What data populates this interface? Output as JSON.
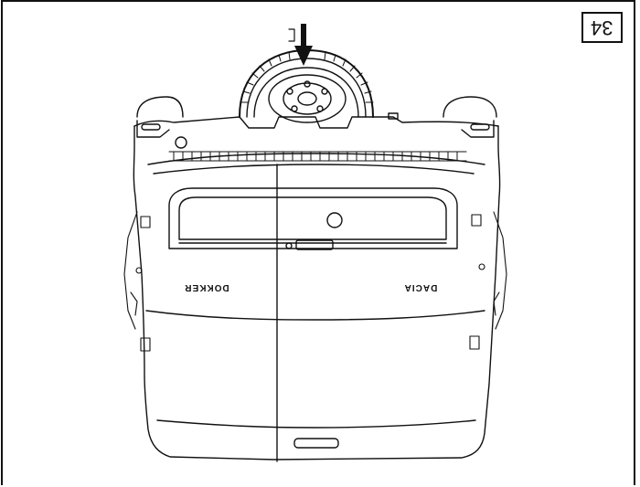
{
  "figure": {
    "number_label": "34"
  },
  "vehicle": {
    "left_badge": "DOKKER",
    "right_badge": "DACIA"
  },
  "colors": {
    "line": "#111111",
    "background": "#ffffff"
  },
  "icons": [
    "down-arrow-icon",
    "spare-wheel-icon"
  ]
}
